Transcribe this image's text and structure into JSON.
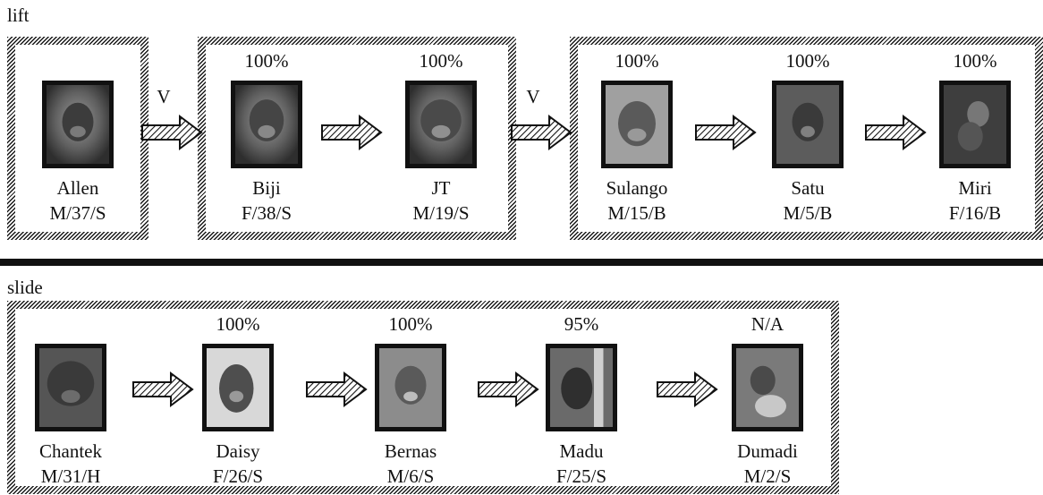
{
  "sections": {
    "lift": {
      "label": "lift",
      "arrow_labels": [
        "V",
        "V"
      ],
      "animals": [
        {
          "name": "Allen",
          "info": "M/37/S",
          "pct": ""
        },
        {
          "name": "Biji",
          "info": "F/38/S",
          "pct": "100%"
        },
        {
          "name": "JT",
          "info": "M/19/S",
          "pct": "100%"
        },
        {
          "name": "Sulango",
          "info": "M/15/B",
          "pct": "100%"
        },
        {
          "name": "Satu",
          "info": "M/5/B",
          "pct": "100%"
        },
        {
          "name": "Miri",
          "info": "F/16/B",
          "pct": "100%"
        }
      ]
    },
    "slide": {
      "label": "slide",
      "animals": [
        {
          "name": "Chantek",
          "info": "M/31/H",
          "pct": ""
        },
        {
          "name": "Daisy",
          "info": "F/26/S",
          "pct": "100%"
        },
        {
          "name": "Bernas",
          "info": "M/6/S",
          "pct": "100%"
        },
        {
          "name": "Madu",
          "info": "F/25/S",
          "pct": "95%"
        },
        {
          "name": "Dumadi",
          "info": "M/2/S",
          "pct": "N/A"
        }
      ]
    }
  },
  "icons": {
    "photo": "orangutan-photo-icon",
    "arrow": "hatched-arrow-icon"
  }
}
